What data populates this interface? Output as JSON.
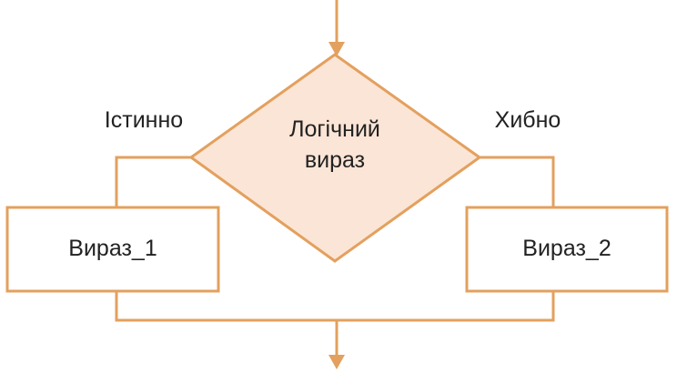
{
  "condition": {
    "line1": "Логічний",
    "line2": "вираз"
  },
  "true_label": "Істинно",
  "false_label": "Хибно",
  "box_true": "Вираз_1",
  "box_false": "Вираз_2",
  "colors": {
    "stroke": "#e3a05e",
    "diamond_fill": "#fbe5d6",
    "box_fill": "#ffffff"
  }
}
